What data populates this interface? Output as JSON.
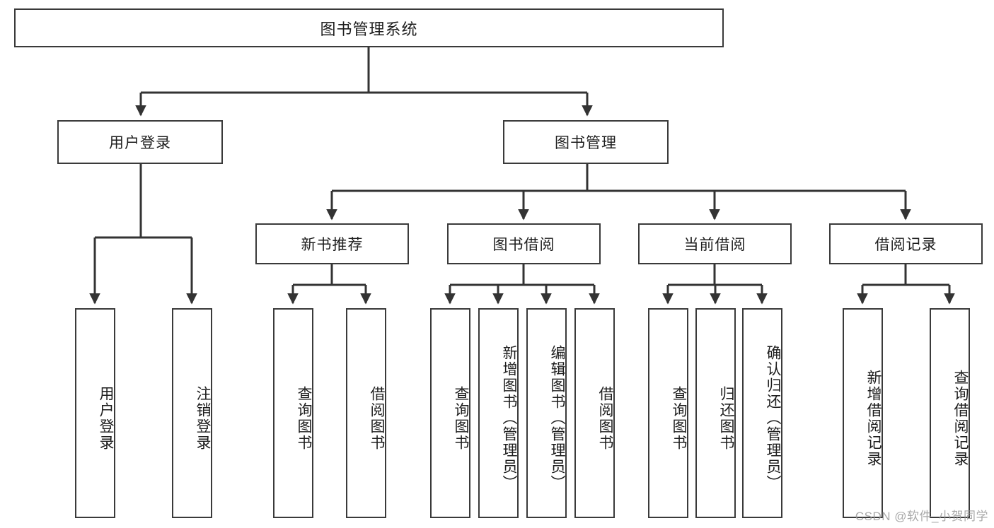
{
  "diagram": {
    "title": "图书管理系统",
    "watermark": "CSDN @软件_小贺同学",
    "colors": {
      "background": "#ffffff",
      "box_border": "#3a3a3a",
      "connector": "#333333",
      "text": "#1d1d1d",
      "watermark": "#9a9a9a"
    },
    "root": {
      "label": "图书管理系统"
    },
    "level1": [
      {
        "label": "用户登录"
      },
      {
        "label": "图书管理"
      }
    ],
    "level2": [
      {
        "label": "新书推荐"
      },
      {
        "label": "图书借阅"
      },
      {
        "label": "当前借阅"
      },
      {
        "label": "借阅记录"
      }
    ],
    "leaves": {
      "user_login": [
        {
          "label": "用户登录"
        },
        {
          "label": "注销登录"
        }
      ],
      "new_book": [
        {
          "label": "查询图书"
        },
        {
          "label": "借阅图书"
        }
      ],
      "book_borrow": [
        {
          "label": "查询图书"
        },
        {
          "label": "新增图书（管理员）"
        },
        {
          "label": "编辑图书（管理员）"
        },
        {
          "label": "借阅图书"
        }
      ],
      "current_borrow": [
        {
          "label": "查询图书"
        },
        {
          "label": "归还图书"
        },
        {
          "label": "确认归还（管理员）"
        }
      ],
      "borrow_record": [
        {
          "label": "新增借阅记录"
        },
        {
          "label": "查询借阅记录"
        }
      ]
    }
  }
}
